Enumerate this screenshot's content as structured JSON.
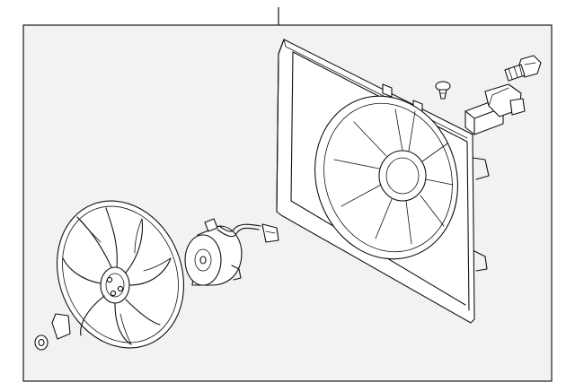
{
  "diagram": {
    "background": "#f2f2f2",
    "line_color": "#111111",
    "parts": [
      "fan-shroud",
      "fan-blade",
      "fan-motor",
      "motor-harness-connector",
      "bolt",
      "clip",
      "resistor",
      "nut",
      "washer"
    ]
  }
}
